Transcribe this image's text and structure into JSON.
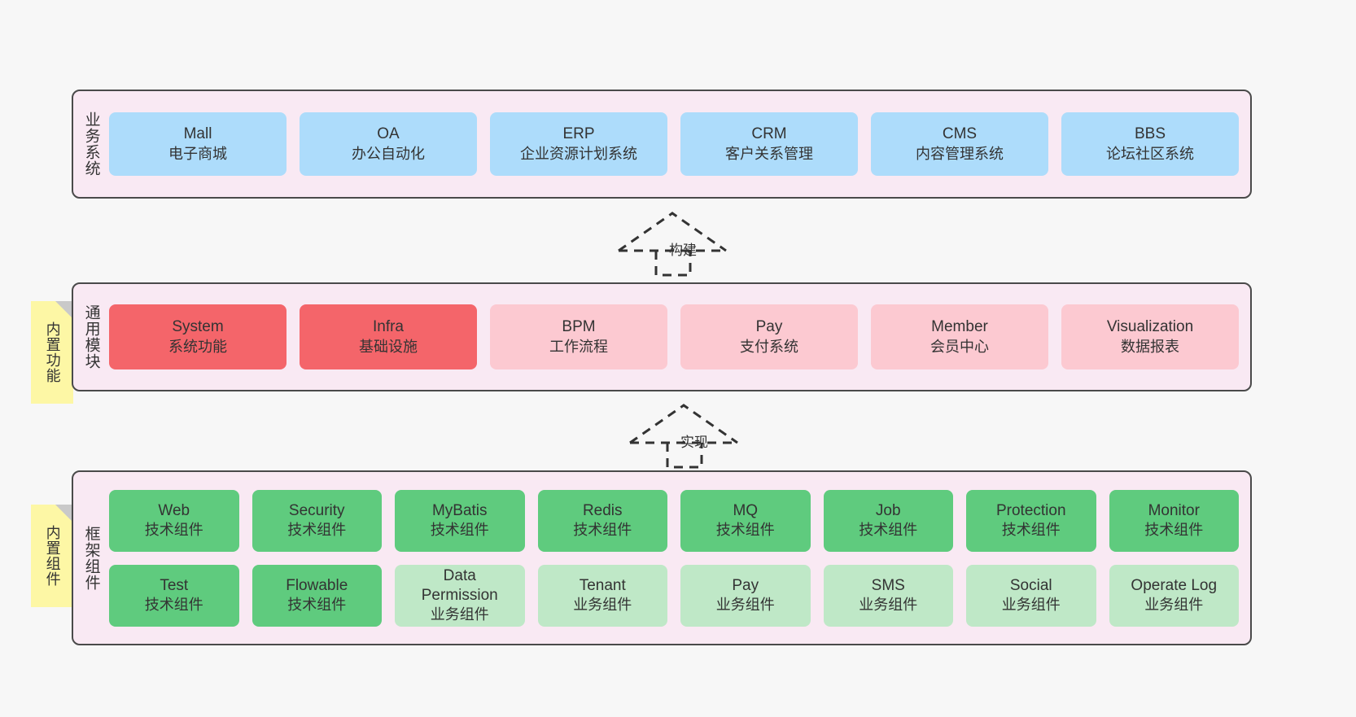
{
  "diagram": {
    "background_color": "#f7f7f7",
    "panel_fill": "#f9e9f3",
    "panel_border": "#4a4a4a",
    "note_fill": "#fdf7a5",
    "note_fold": "#c9c9c9"
  },
  "notes": [
    {
      "text": "内置功能",
      "name": "note-builtin-features"
    },
    {
      "text": "内置组件",
      "name": "note-builtin-components"
    }
  ],
  "connectors": [
    {
      "label": "构建",
      "style": "dashed-generalization",
      "direction": "up"
    },
    {
      "label": "实现",
      "style": "dashed-generalization",
      "direction": "up"
    }
  ],
  "layers": [
    {
      "id": "business-systems",
      "title": "业务系统",
      "rows": [
        {
          "color": "#addcfb",
          "cards": [
            {
              "name": "Mall",
              "desc": "电子商城"
            },
            {
              "name": "OA",
              "desc": "办公自动化"
            },
            {
              "name": "ERP",
              "desc": "企业资源计划系统"
            },
            {
              "name": "CRM",
              "desc": "客户关系管理"
            },
            {
              "name": "CMS",
              "desc": "内容管理系统"
            },
            {
              "name": "BBS",
              "desc": "论坛社区系统"
            }
          ]
        }
      ]
    },
    {
      "id": "common-modules",
      "title": "通用模块",
      "rows": [
        {
          "cards": [
            {
              "name": "System",
              "desc": "系统功能",
              "color": "#f4656a"
            },
            {
              "name": "Infra",
              "desc": "基础设施",
              "color": "#f4656a"
            },
            {
              "name": "BPM",
              "desc": "工作流程",
              "color": "#fcc9d1"
            },
            {
              "name": "Pay",
              "desc": "支付系统",
              "color": "#fcc9d1"
            },
            {
              "name": "Member",
              "desc": "会员中心",
              "color": "#fcc9d1"
            },
            {
              "name": "Visualization",
              "desc": "数据报表",
              "color": "#fcc9d1"
            }
          ]
        }
      ]
    },
    {
      "id": "framework-components",
      "title": "框架组件",
      "rows": [
        {
          "color": "#5fcb7e",
          "cards": [
            {
              "name": "Web",
              "desc": "技术组件"
            },
            {
              "name": "Security",
              "desc": "技术组件"
            },
            {
              "name": "MyBatis",
              "desc": "技术组件"
            },
            {
              "name": "Redis",
              "desc": "技术组件"
            },
            {
              "name": "MQ",
              "desc": "技术组件"
            },
            {
              "name": "Job",
              "desc": "技术组件"
            },
            {
              "name": "Protection",
              "desc": "技术组件"
            },
            {
              "name": "Monitor",
              "desc": "技术组件"
            }
          ]
        },
        {
          "cards": [
            {
              "name": "Test",
              "desc": "技术组件",
              "color": "#5fcb7e"
            },
            {
              "name": "Flowable",
              "desc": "技术组件",
              "color": "#5fcb7e"
            },
            {
              "name": "Data Permission",
              "desc": "业务组件",
              "color": "#bfe8c7"
            },
            {
              "name": "Tenant",
              "desc": "业务组件",
              "color": "#bfe8c7"
            },
            {
              "name": "Pay",
              "desc": "业务组件",
              "color": "#bfe8c7"
            },
            {
              "name": "SMS",
              "desc": "业务组件",
              "color": "#bfe8c7"
            },
            {
              "name": "Social",
              "desc": "业务组件",
              "color": "#bfe8c7"
            },
            {
              "name": "Operate Log",
              "desc": "业务组件",
              "color": "#bfe8c7"
            }
          ]
        }
      ]
    }
  ]
}
